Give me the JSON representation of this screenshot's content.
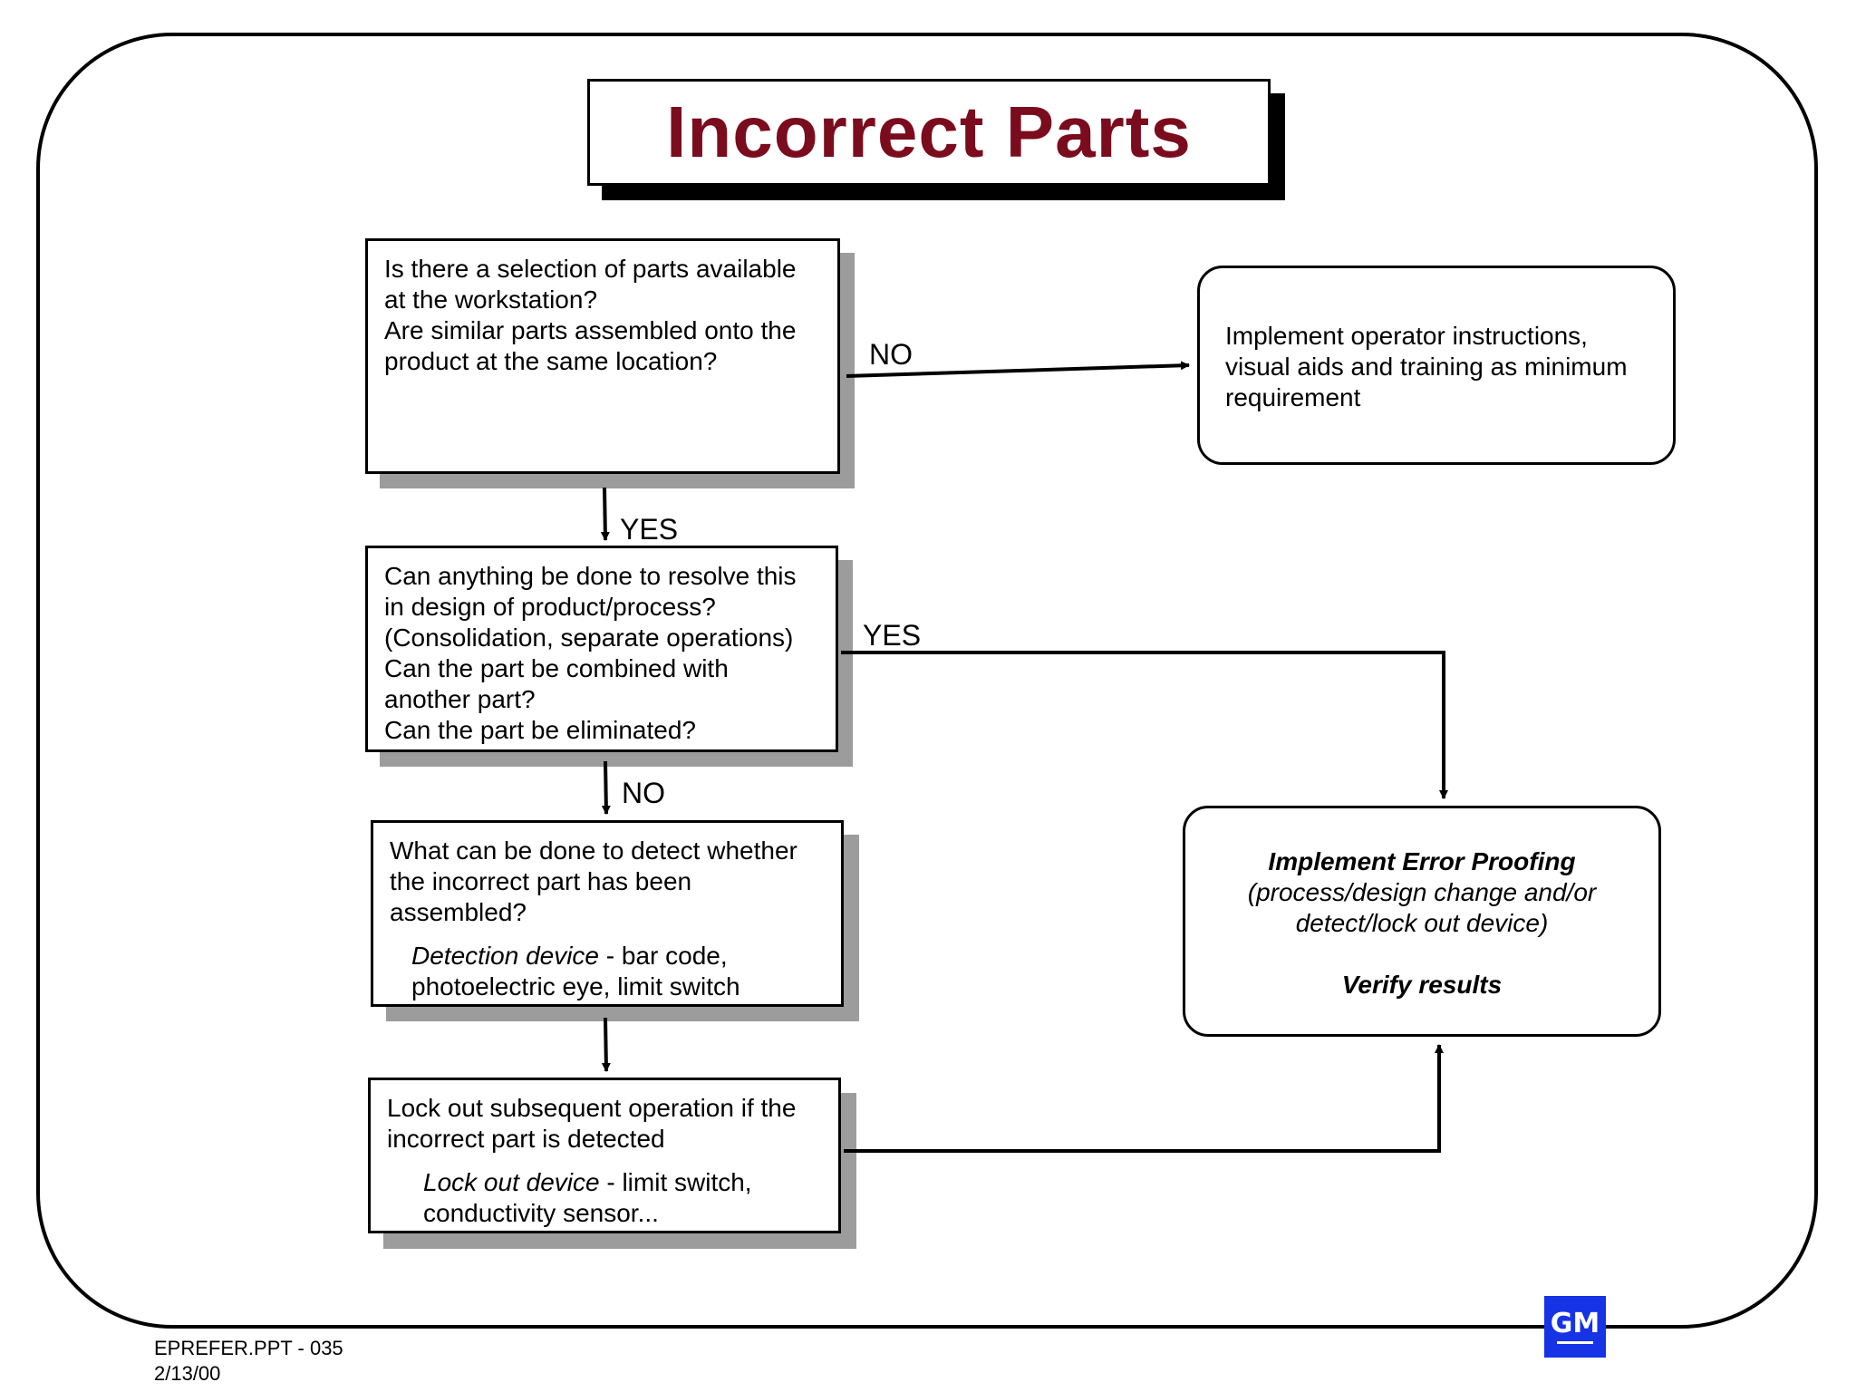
{
  "title": "Incorrect Parts",
  "boxes": {
    "q1": [
      "Is there a selection of parts available",
      "at the workstation?",
      "Are similar parts assembled onto the",
      "product at the same location?"
    ],
    "q2": [
      "Can anything be done to resolve this",
      "in design of  product/process?",
      "(Consolidation, separate operations)",
      "Can the part be combined with",
      "another part?",
      "Can the part be eliminated?"
    ],
    "q3": {
      "lines": [
        "What can be done to detect whether",
        "the incorrect part has been",
        "assembled?"
      ],
      "sub_italic": "Detection device",
      "sub_rest": " - bar code,",
      "sub_line2": "photoelectric eye, limit switch"
    },
    "q4": {
      "lines": [
        "Lock out subsequent operation if the",
        "incorrect part is detected"
      ],
      "sub_italic": "Lock out device",
      "sub_rest": " -  limit switch,",
      "sub_line2": "conductivity sensor..."
    },
    "r1": [
      "Implement operator instructions,",
      "visual aids and training as minimum",
      "requirement"
    ],
    "r2": {
      "heading": "Implement Error Proofing",
      "line1": "(process/design change and/or",
      "line2": "detect/lock out device)",
      "verify": "Verify results"
    }
  },
  "labels": {
    "no_1": "NO",
    "yes_1": "YES",
    "yes_2": "YES",
    "no_2": "NO"
  },
  "footer": {
    "file": "EPREFER.PPT - 035",
    "date": "2/13/00"
  },
  "logo": "GM",
  "colors": {
    "title": "#7a0c1e",
    "shadow": "#9c9c9c",
    "logo_bg": "#1633e6"
  }
}
